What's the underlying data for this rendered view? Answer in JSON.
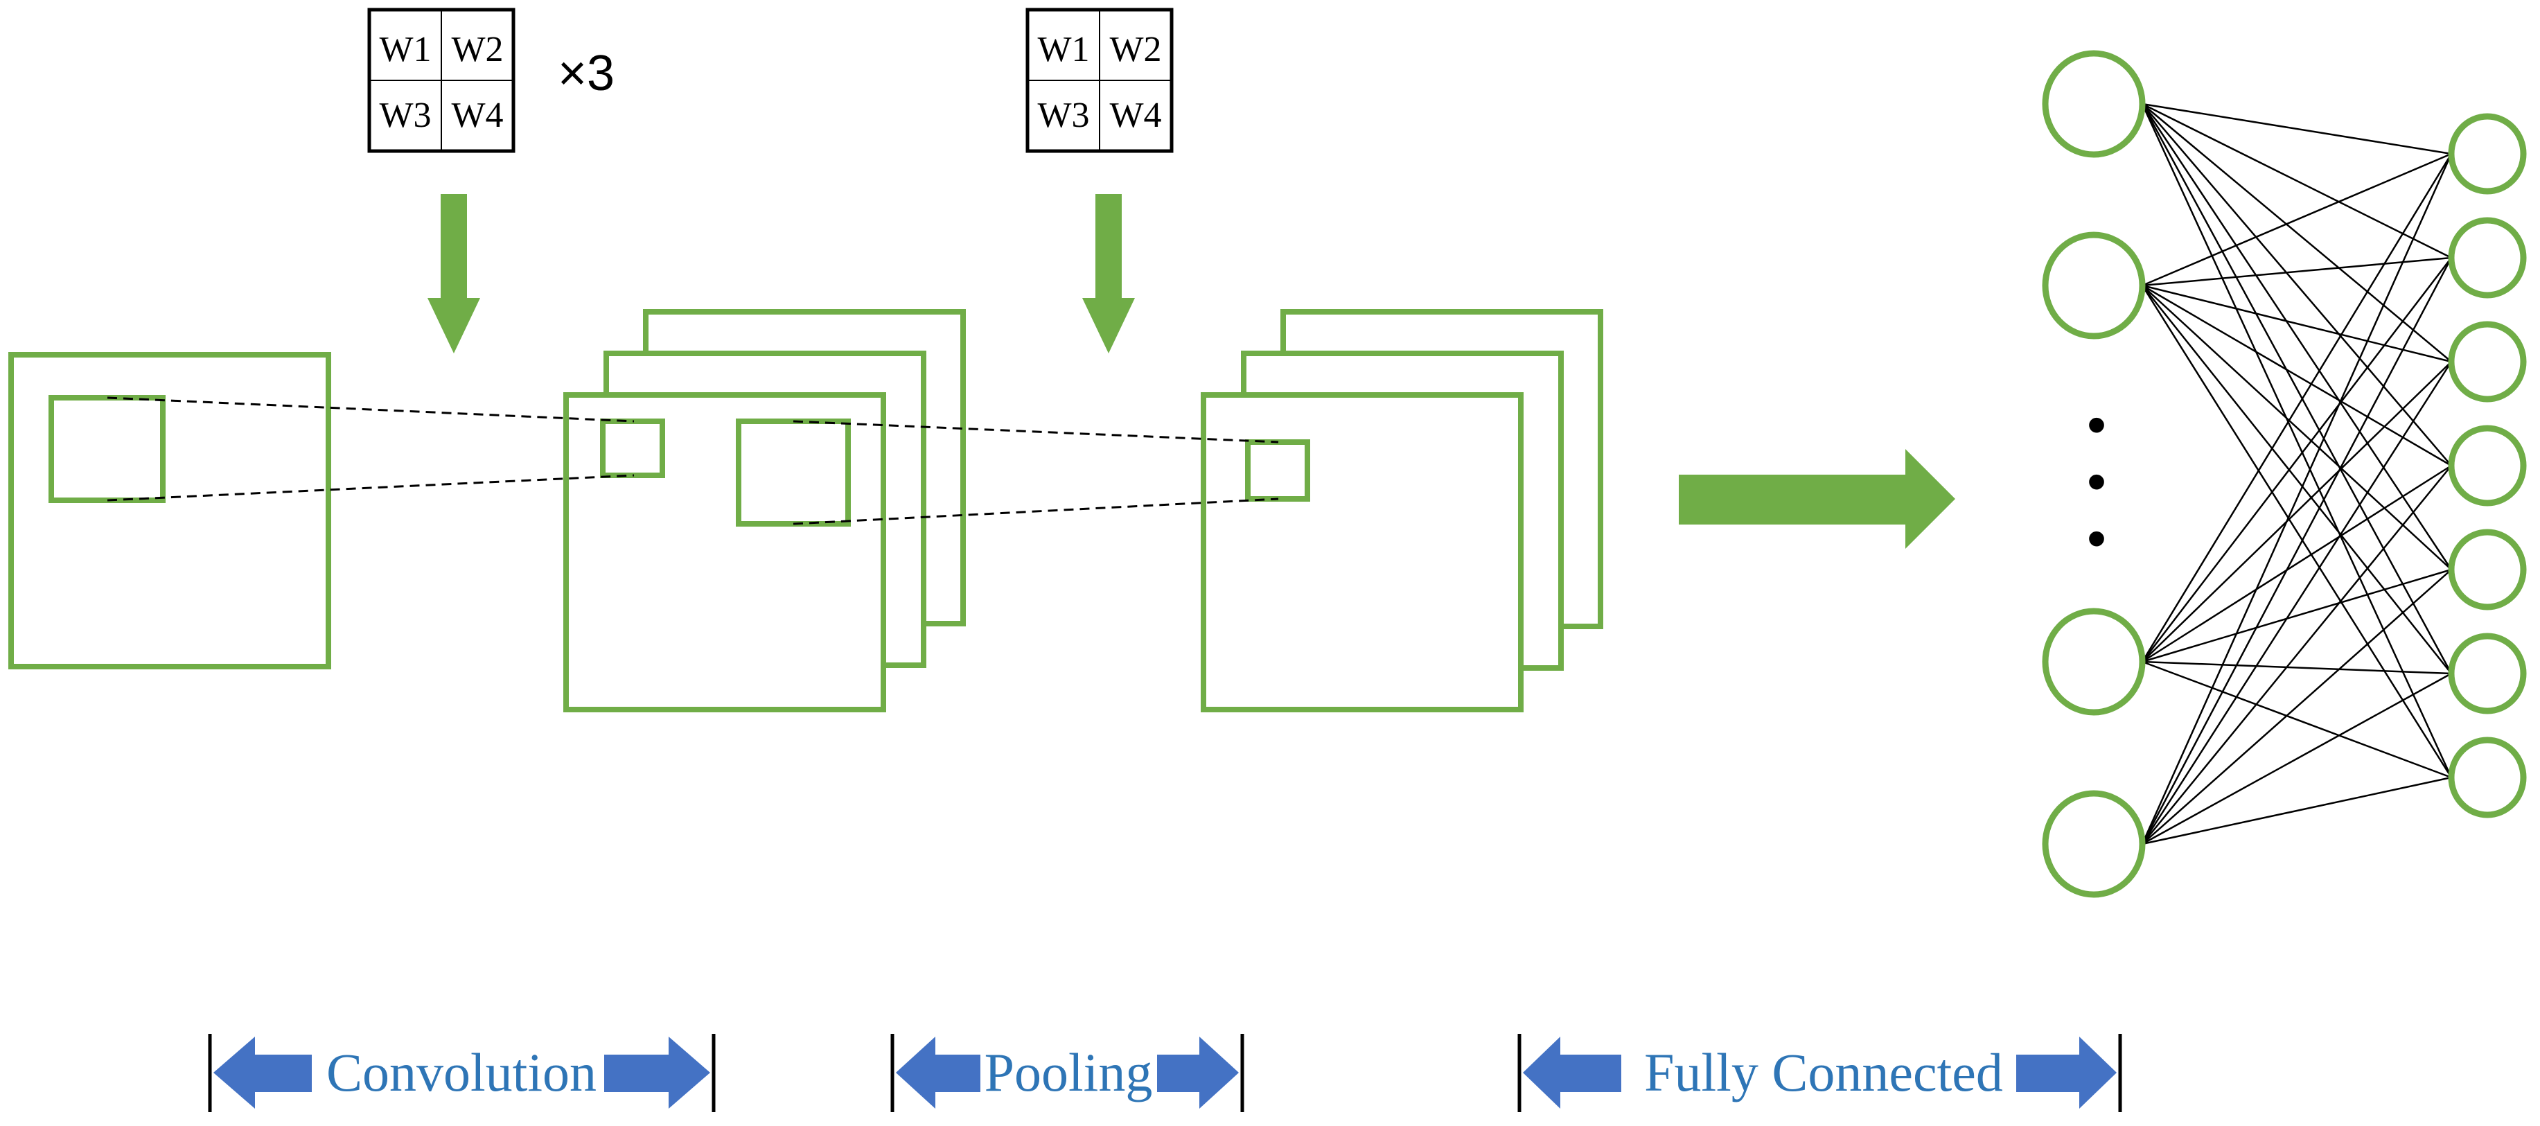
{
  "colors": {
    "feature_map": "#70ad47",
    "arrow_green": "#70ad47",
    "stage_arrow": "#4472c4",
    "stage_text": "#2e75b6",
    "line": "#000000"
  },
  "kernels": [
    {
      "cells": [
        "W1",
        "W2",
        "W3",
        "W4"
      ],
      "multiplier": "×3"
    },
    {
      "cells": [
        "W1",
        "W2",
        "W3",
        "W4"
      ],
      "multiplier": ""
    }
  ],
  "network": {
    "input_layer_visible_nodes": 4,
    "output_layer_nodes": 7,
    "ellipsis": "⋮"
  },
  "stages": [
    {
      "label": "Convolution"
    },
    {
      "label": "Pooling"
    },
    {
      "label": "Fully Connected"
    }
  ]
}
